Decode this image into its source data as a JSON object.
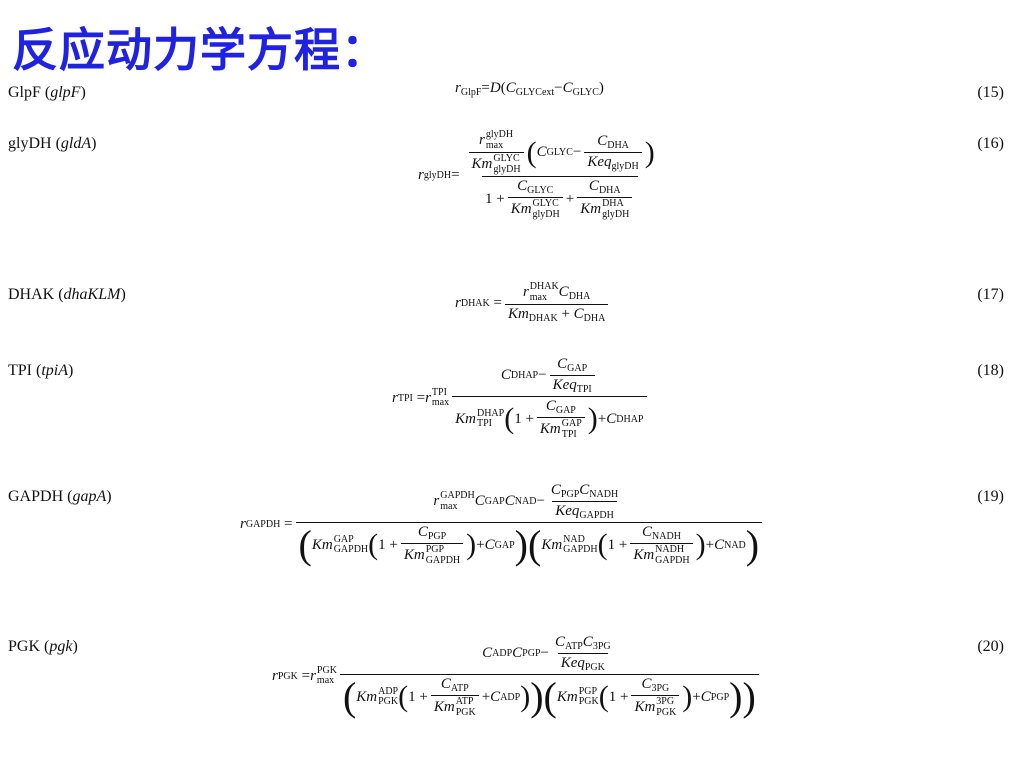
{
  "title": "反应动力学方程：",
  "equations": [
    {
      "label": "GlpF",
      "gene": "glpF",
      "number": "(15)"
    },
    {
      "label": "glyDH",
      "gene": "gldA",
      "number": "(16)"
    },
    {
      "label": "DHAK",
      "gene": "dhaKLM",
      "number": "(17)"
    },
    {
      "label": "TPI",
      "gene": "tpiA",
      "number": "(18)"
    },
    {
      "label": "GAPDH",
      "gene": "gapA",
      "number": "(19)"
    },
    {
      "label": "PGK",
      "gene": "pgk",
      "number": "(20)"
    }
  ]
}
